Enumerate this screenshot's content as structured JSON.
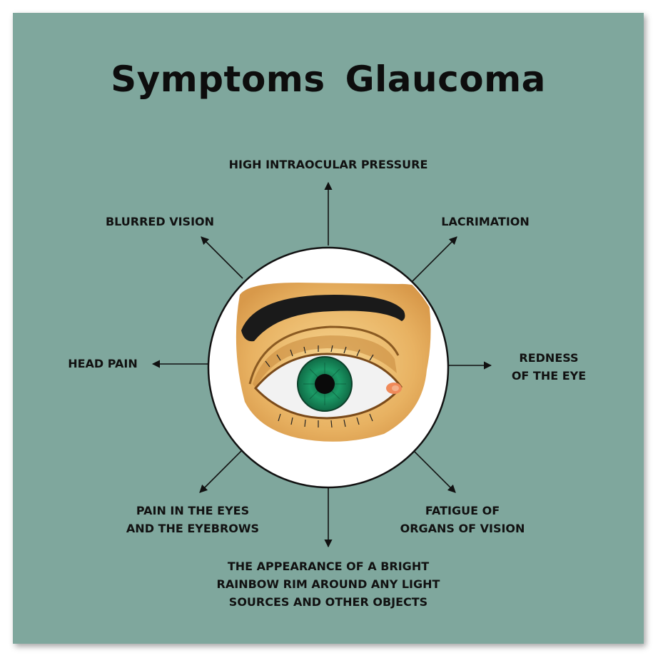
{
  "title": "Symptoms  Glaucoma",
  "colors": {
    "background": "#7fa79d",
    "text": "#111111",
    "skin": "#e3a958",
    "skin_light": "#f3cf86",
    "iris": "#1b8a5c",
    "brow": "#1a1a1a"
  },
  "symptoms": {
    "top": "HIGH INTRAOCULAR PRESSURE",
    "top_right": "LACRIMATION",
    "right": [
      "REDNESS",
      "OF THE EYE"
    ],
    "bottom_right": [
      "FATIGUE OF",
      "ORGANS OF VISION"
    ],
    "bottom": [
      "THE APPEARANCE OF A BRIGHT",
      "RAINBOW RIM AROUND ANY LIGHT",
      "SOURCES AND OTHER OBJECTS"
    ],
    "bottom_left": [
      "PAIN IN THE EYES",
      "AND THE EYEBROWS"
    ],
    "left": "HEAD PAIN",
    "top_left": "BLURRED VISION"
  },
  "icons": {
    "center": "eye-illustration-icon",
    "arrow": "arrow-icon"
  }
}
